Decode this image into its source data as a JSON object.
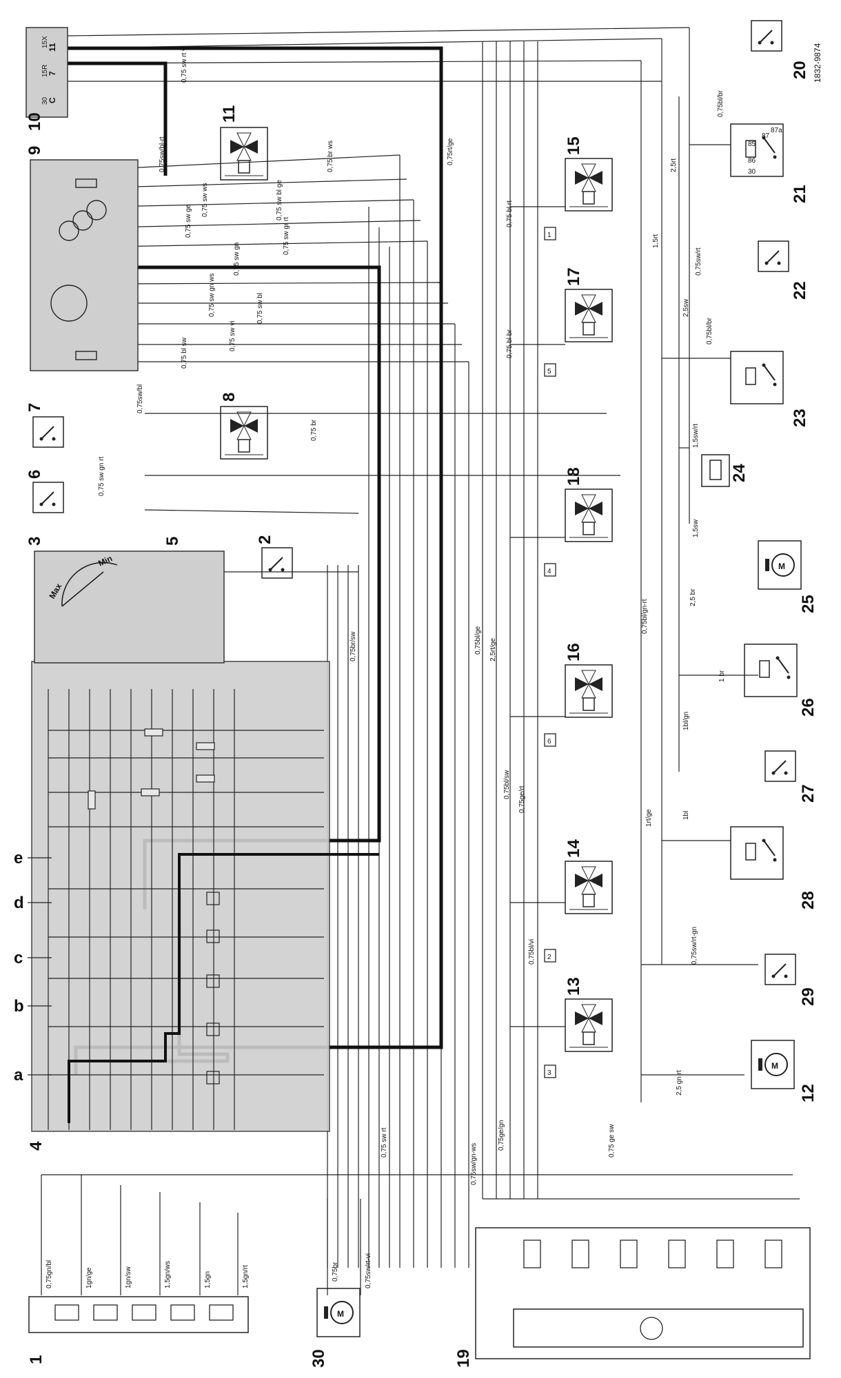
{
  "drawing_ref": "1832-9874",
  "callouts": {
    "c1": "1",
    "c2": "2",
    "c3": "3",
    "c4": "4",
    "c5": "5",
    "c6": "6",
    "c7": "7",
    "c8": "8",
    "c9": "9",
    "c10": "10",
    "c11": "11",
    "c12": "12",
    "c13": "13",
    "c14": "14",
    "c15": "15",
    "c16": "16",
    "c17": "17",
    "c18": "18",
    "c19": "19",
    "c20": "20",
    "c21": "21",
    "c22": "22",
    "c23": "23",
    "c24": "24",
    "c25": "25",
    "c26": "26",
    "c27": "27",
    "c28": "28",
    "c29": "29",
    "c30": "30"
  },
  "switch_columns": [
    "a",
    "b",
    "c",
    "d",
    "e"
  ],
  "boxed_numbers": [
    "1",
    "5",
    "4",
    "6",
    "2",
    "3"
  ],
  "gauge": {
    "max": "Max",
    "min": "Min"
  },
  "terminal_block": [
    "15X",
    "15R",
    "30",
    "C",
    "7",
    "11"
  ],
  "relay_pins": {
    "p30": "30",
    "p85": "85",
    "p86": "86",
    "p87": "87",
    "p87a": "87a"
  },
  "wire_labels": [
    "0,75sw/bl-rt",
    "0,75rt/ge",
    "0,75 sw rt vi",
    "0,75 br ws",
    "0,75 sw ws",
    "0,75 sw bl ge",
    "0,75 sw ge",
    "0,75 sw gn",
    "0,75 sw gr rt",
    "0,75 sw gn ws",
    "0,75 sw bl",
    "0,75 sw vi",
    "0,75 bl sw",
    "0,75sw/bl",
    "0,75 br",
    "0,75 sw gn rt",
    "0,75br/sw",
    "0,75bl/ge",
    "2,5rt/ge",
    "0,75bl/gn-rt",
    "0,75bl/sw",
    "0,75ge/rt",
    "0,75bl/vi",
    "0,75sw/gn-ws",
    "0,75ge/gn",
    "0,75 ge sw",
    "0,75 sw rt",
    "0,75gn/bl",
    "1gn/ge",
    "1gn/sw",
    "1,5gn/ws",
    "1,5gn",
    "1,5gn/rt",
    "0,75br",
    "0,75sw/rt-vi",
    "0,75bl/br",
    "2,5rt",
    "1,5rt",
    "2,5sw",
    "0,75sw/rt",
    "0,75bl/br",
    "1,5sw/rt",
    "1,5sw",
    "2,5 br",
    "1bl/gn",
    "1 br",
    "1bl",
    "1rt/ge",
    "0,75sw/rt-gn",
    "2,5 gn rt",
    "0,75 bl rt",
    "0,75 bl br"
  ]
}
